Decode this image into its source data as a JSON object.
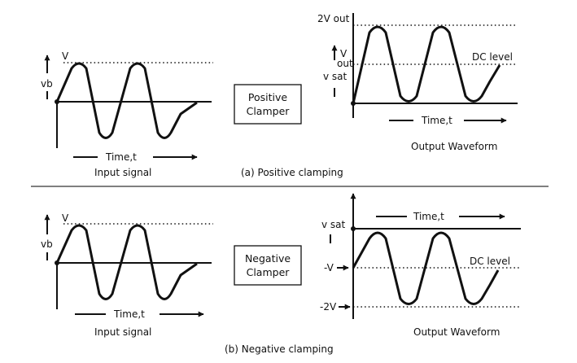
{
  "top": {
    "input": {
      "v_label": "V",
      "vb_label": "vb",
      "time_label": "Time,t",
      "caption": "Input signal"
    },
    "box_lines": [
      "Positive",
      "Clamper"
    ],
    "output": {
      "label_2v": "2V out",
      "label_v": "V",
      "label_out": "out",
      "label_vsat": "v sat",
      "dc_level": "DC level",
      "time_label": "Time,t",
      "caption": "Output Waveform"
    },
    "figure_caption": "(a) Positive clamping"
  },
  "bottom": {
    "input": {
      "v_label": "V",
      "vb_label": "vb",
      "time_label": "Time,t",
      "caption": "Input signal"
    },
    "box_lines": [
      "Negative",
      "Clamper"
    ],
    "output": {
      "label_vsat": "v sat",
      "label_neg_v": "-V",
      "label_neg_2v": "-2V",
      "dc_level": "DC level",
      "time_label": "Time,t",
      "caption": "Output Waveform"
    },
    "figure_caption": "(b) Negative clamping"
  }
}
